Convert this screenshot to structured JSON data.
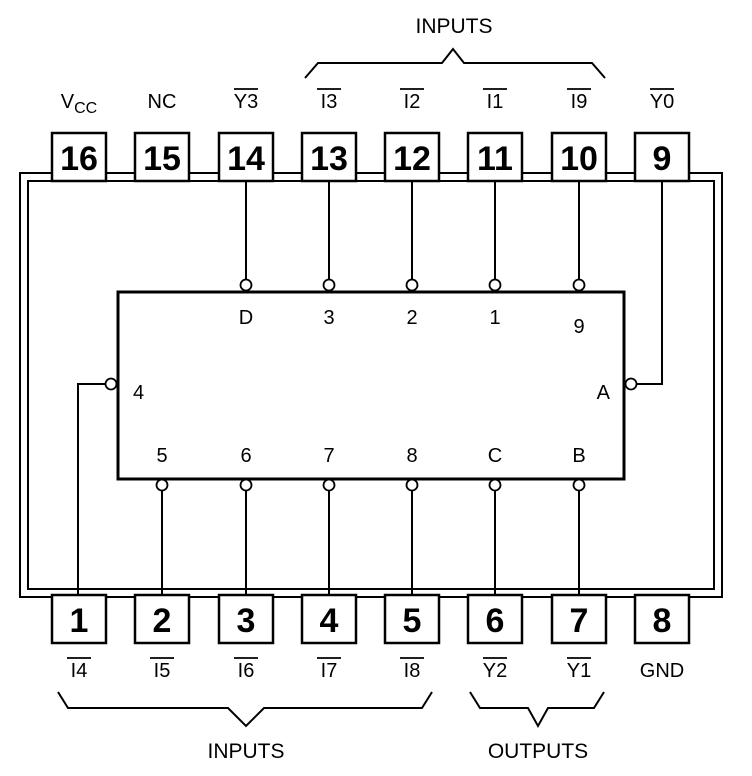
{
  "top_group_label": "INPUTS",
  "bottom_inputs_label": "INPUTS",
  "bottom_outputs_label": "OUTPUTS",
  "top_pins": [
    {
      "number": "16",
      "signal": "V",
      "subscript": "CC",
      "overline": false
    },
    {
      "number": "15",
      "signal": "NC",
      "overline": false
    },
    {
      "number": "14",
      "signal": "Y3",
      "overline": true
    },
    {
      "number": "13",
      "signal": "I3",
      "overline": true
    },
    {
      "number": "12",
      "signal": "I2",
      "overline": true
    },
    {
      "number": "11",
      "signal": "I1",
      "overline": true
    },
    {
      "number": "10",
      "signal": "I9",
      "overline": true
    },
    {
      "number": "9",
      "signal": "Y0",
      "overline": true
    }
  ],
  "bottom_pins": [
    {
      "number": "1",
      "signal": "I4",
      "overline": true
    },
    {
      "number": "2",
      "signal": "I5",
      "overline": true
    },
    {
      "number": "3",
      "signal": "I6",
      "overline": true
    },
    {
      "number": "4",
      "signal": "I7",
      "overline": true
    },
    {
      "number": "5",
      "signal": "I8",
      "overline": true
    },
    {
      "number": "6",
      "signal": "Y2",
      "overline": true
    },
    {
      "number": "7",
      "signal": "Y1",
      "overline": true
    },
    {
      "number": "8",
      "signal": "GND",
      "overline": false
    }
  ],
  "inner_top_labels": [
    "D",
    "3",
    "2",
    "1",
    "9"
  ],
  "inner_bottom_labels": [
    "5",
    "6",
    "7",
    "8",
    "C",
    "B"
  ],
  "inner_left_label": "4",
  "inner_right_label": "A"
}
